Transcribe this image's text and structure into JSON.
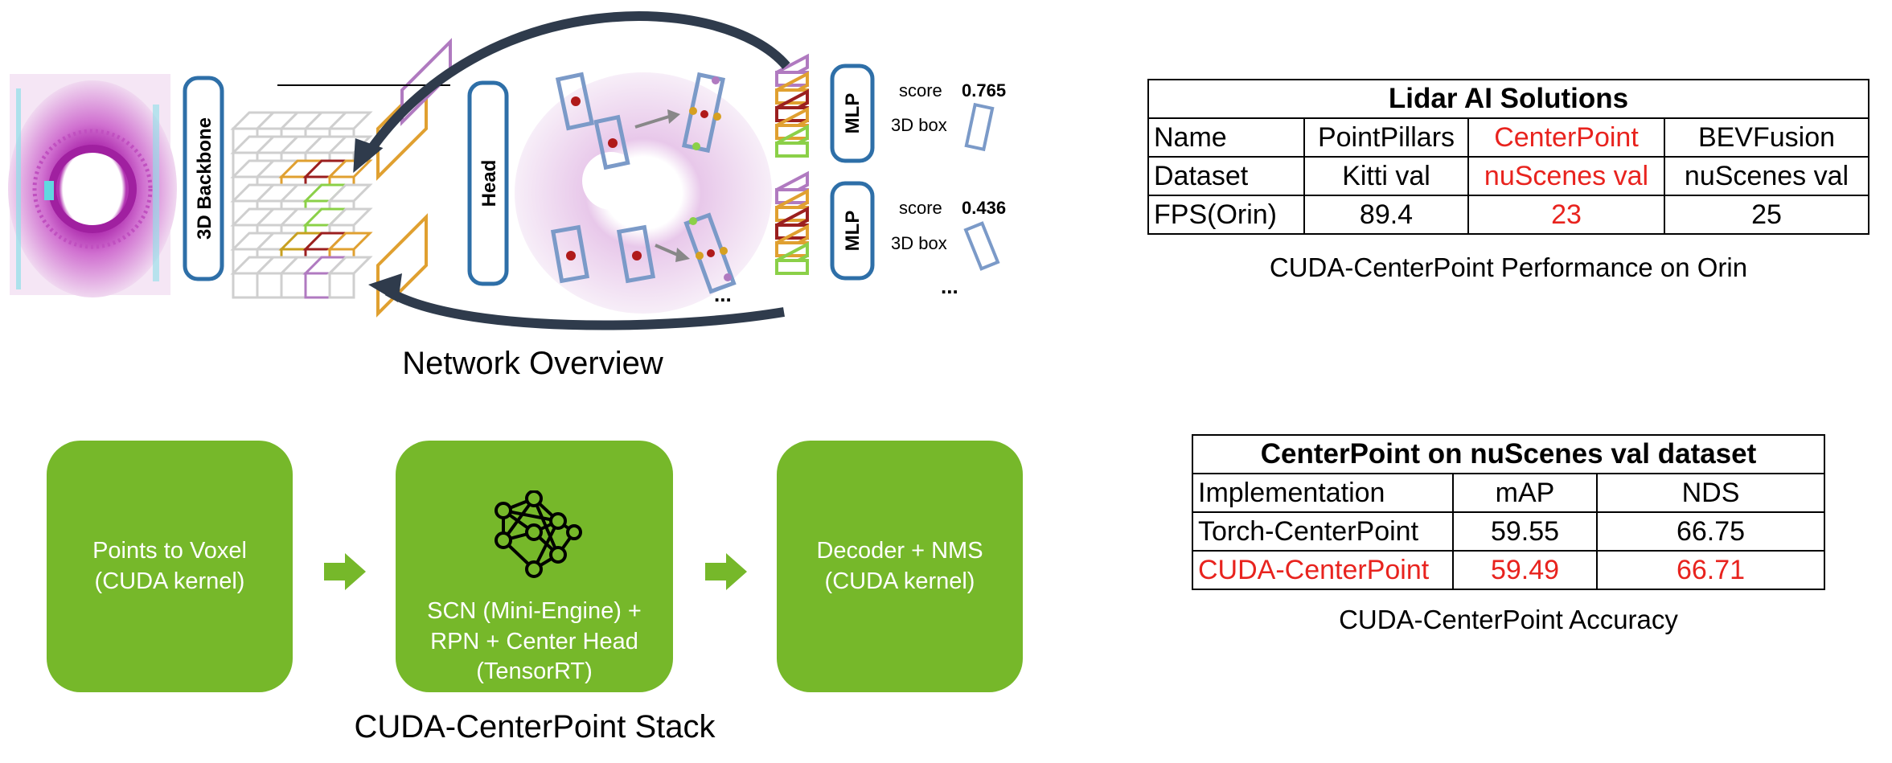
{
  "overview": {
    "backbone_label": "3D Backbone",
    "head_label": "Head",
    "mlp_label": "MLP",
    "score_label": "score",
    "box_label": "3D box",
    "score_1": "0.765",
    "score_2": "0.436",
    "ellipsis": "...",
    "caption": "Network Overview"
  },
  "stack": {
    "box1_line1": "Points to Voxel",
    "box1_line2": "(CUDA kernel)",
    "box2_line1": "SCN (Mini-Engine) +",
    "box2_line2": "RPN + Center Head",
    "box2_line3": "(TensorRT)",
    "box3_line1": "Decoder + NMS",
    "box3_line2": "(CUDA kernel)",
    "caption": "CUDA-CenterPoint Stack",
    "color": "#76b82a",
    "icon": "neural-network-icon"
  },
  "perf_table": {
    "title": "Lidar AI Solutions",
    "rows": [
      [
        "Name",
        "PointPillars",
        "CenterPoint",
        "BEVFusion"
      ],
      [
        "Dataset",
        "Kitti val",
        "nuScenes val",
        "nuScenes val"
      ],
      [
        "FPS(Orin)",
        "89.4",
        "23",
        "25"
      ]
    ],
    "caption": "CUDA-CenterPoint Performance on Orin",
    "highlight_color": "#e8231e"
  },
  "acc_table": {
    "title": "CenterPoint on nuScenes val dataset",
    "rows": [
      [
        "Implementation",
        "mAP",
        "NDS"
      ],
      [
        "Torch-CenterPoint",
        "59.55",
        "66.75"
      ],
      [
        "CUDA-CenterPoint",
        "59.49",
        "66.71"
      ]
    ],
    "caption": "CUDA-CenterPoint Accuracy"
  }
}
